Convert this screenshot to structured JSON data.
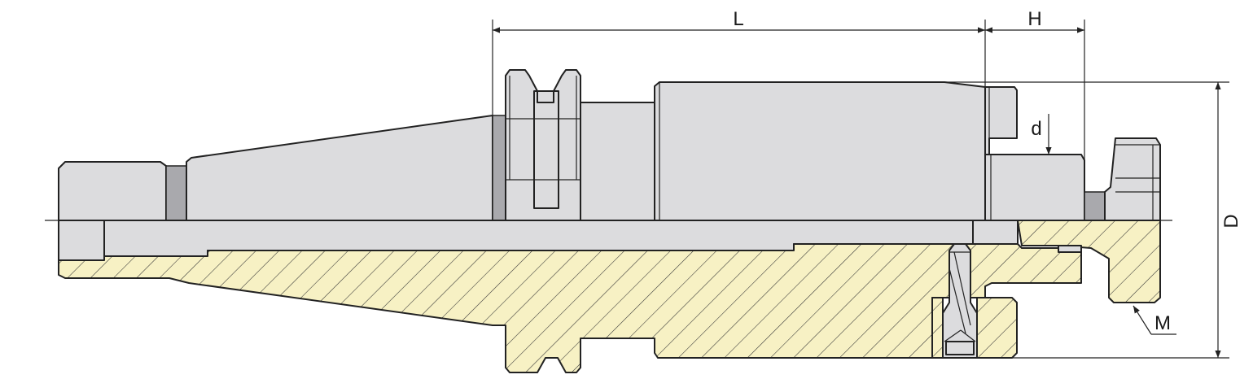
{
  "colors": {
    "section_fill": "#f7f1c4",
    "body_fill": "#dcdcde",
    "groove_fill": "#a9a9ad",
    "line": "#222222"
  },
  "labels": {
    "L": "L",
    "H": "H",
    "d": "d",
    "D": "D",
    "M": "M"
  }
}
